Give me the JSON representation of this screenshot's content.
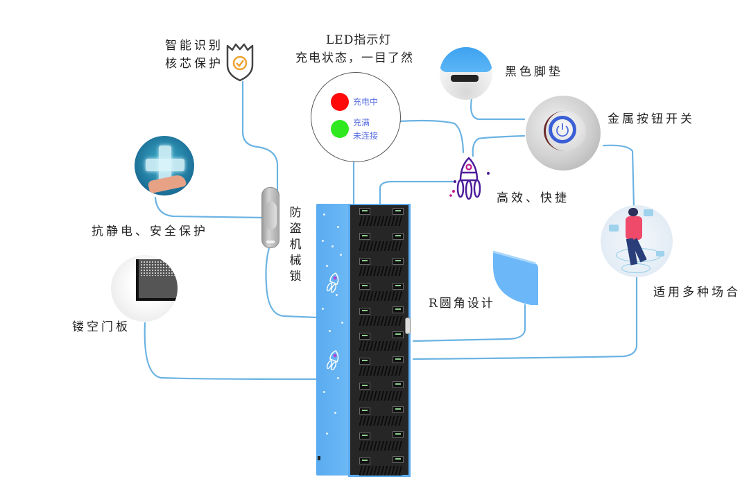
{
  "diagram": {
    "title": "智能充电柜功能示意",
    "colors": {
      "connector": "#6bb3e3",
      "cabinet_side": "#5aabf0",
      "cabinet_front": "#262626",
      "led_red": "#ff0a0a",
      "led_green": "#2fe81f",
      "led_text": "#5a6fe0",
      "rocket_purple": "#4b1b9a",
      "rocket_magenta": "#c0168c",
      "shield_check": "#f0a030"
    },
    "features": {
      "smart_id": {
        "line1": "智能识别",
        "line2": "核芯保护",
        "icon": "shield-check-icon"
      },
      "led": {
        "title_line1": "LED指示灯",
        "title_line2": "充电状态，一目了然",
        "states": [
          {
            "color": "red",
            "label": "充电中"
          },
          {
            "color": "green",
            "label_line1": "充满",
            "label_line2": "未连接"
          }
        ]
      },
      "foot_pad": {
        "label": "黑色脚垫"
      },
      "metal_button": {
        "label": "金属按钮开关",
        "icon": "power-icon"
      },
      "efficient": {
        "label": "高效、快捷",
        "icon": "rocket-icon"
      },
      "anti_static": {
        "label": "抗静电、安全保护",
        "icon": "medical-cross-icon"
      },
      "anti_theft_lock": {
        "label": "防盗机械锁"
      },
      "hollow_door": {
        "label": "镂空门板"
      },
      "r_corner": {
        "label": "R圆角设计"
      },
      "multi_scene": {
        "label": "适用多种场合"
      }
    },
    "cabinet": {
      "rows": 11,
      "columns": 2
    }
  }
}
